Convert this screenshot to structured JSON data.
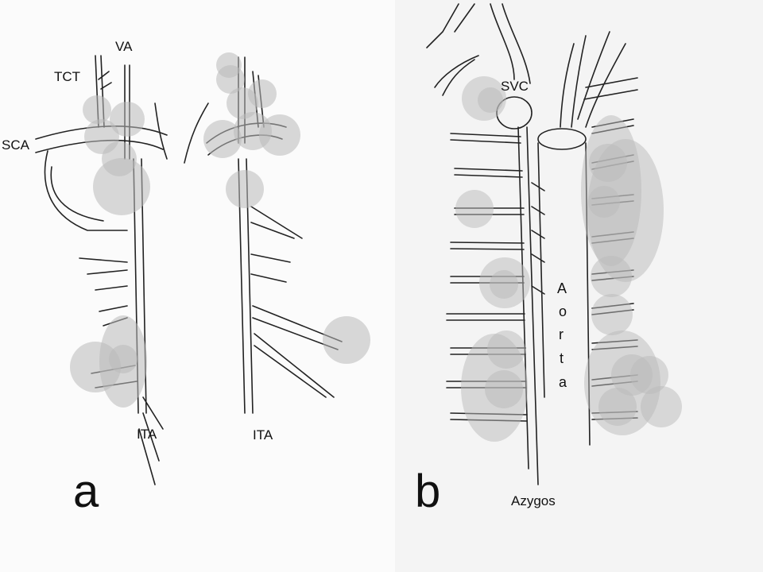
{
  "labels": {
    "va": "VA",
    "tct": "TCT",
    "sca": "SCA",
    "ita_left": "ITA",
    "ita_right": "ITA",
    "svc": "SVC",
    "azygos": "Azygos",
    "aorta": [
      "A",
      "o",
      "r",
      "t",
      "a"
    ]
  },
  "panel_letters": {
    "a": "a",
    "b": "b"
  },
  "colors": {
    "line": "#222222",
    "nodule": "#b9b9b9",
    "panel_b_bg": "#f4f4f4"
  }
}
